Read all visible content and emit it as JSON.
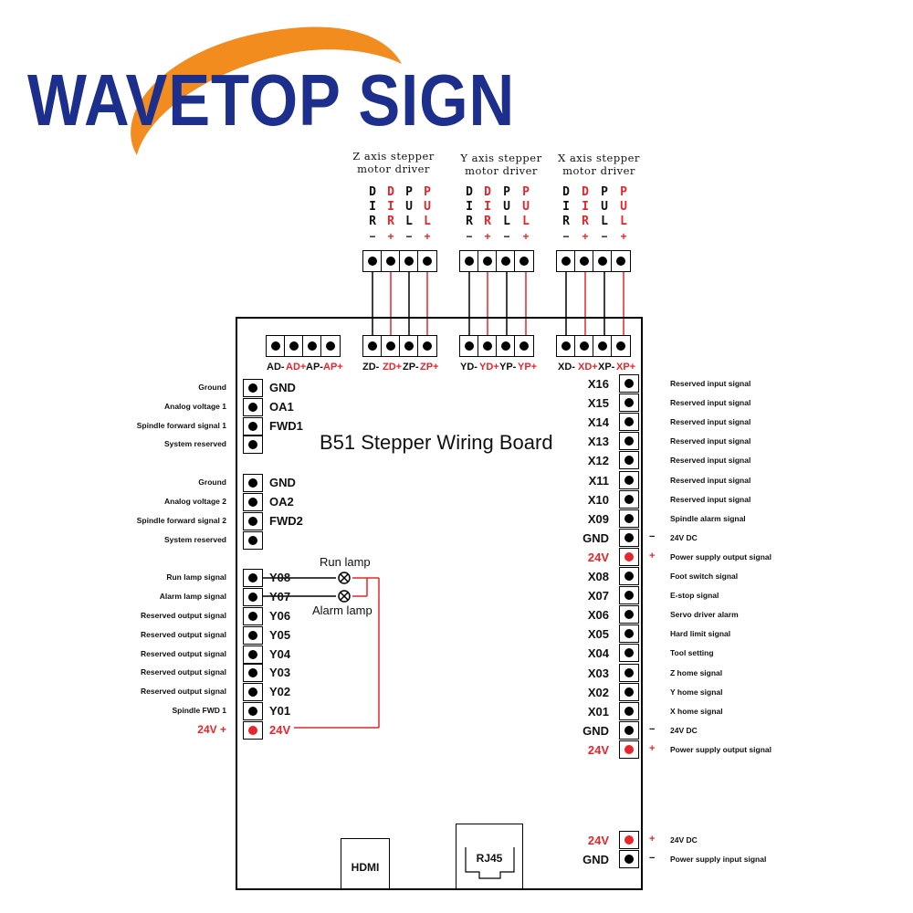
{
  "logo": {
    "text": "WAVETOP SIGN",
    "text_color": "#1d2f8c",
    "swoosh_color": "#f28c1e"
  },
  "board_title": "B51 Stepper Wiring Board",
  "colors": {
    "red": "#e8252b",
    "black": "#111111"
  },
  "drivers": [
    {
      "label_line1": "Z axis stepper",
      "label_line2": "motor driver",
      "letters": [
        [
          "D",
          "I",
          "R",
          "−"
        ],
        [
          "D",
          "I",
          "R",
          "+"
        ],
        [
          "P",
          "U",
          "L",
          "−"
        ],
        [
          "P",
          "U",
          "L",
          "+"
        ]
      ],
      "terminals": [
        "ZD-",
        "ZD+",
        "ZP-",
        "ZP+"
      ]
    },
    {
      "label_line1": "Y axis stepper",
      "label_line2": "motor driver",
      "letters": [
        [
          "D",
          "I",
          "R",
          "−"
        ],
        [
          "D",
          "I",
          "R",
          "+"
        ],
        [
          "P",
          "U",
          "L",
          "−"
        ],
        [
          "P",
          "U",
          "L",
          "+"
        ]
      ],
      "terminals": [
        "YD-",
        "YD+",
        "YP-",
        "YP+"
      ]
    },
    {
      "label_line1": "X axis stepper",
      "label_line2": "motor driver",
      "letters": [
        [
          "D",
          "I",
          "R",
          "−"
        ],
        [
          "D",
          "I",
          "R",
          "+"
        ],
        [
          "P",
          "U",
          "L",
          "−"
        ],
        [
          "P",
          "U",
          "L",
          "+"
        ]
      ],
      "terminals": [
        "XD-",
        "XD+",
        "XP-",
        "XP+"
      ]
    }
  ],
  "analog_terminals": [
    "AD-",
    "AD+",
    "AP-",
    "AP+"
  ],
  "left_pins": [
    {
      "pin": "GND",
      "desc": "Ground"
    },
    {
      "pin": "OA1",
      "desc": "Analog voltage 1"
    },
    {
      "pin": "FWD1",
      "desc": "Spindle forward signal 1"
    },
    {
      "pin": "",
      "desc": "System reserved"
    },
    {
      "pin": "GND",
      "desc": "Ground"
    },
    {
      "pin": "OA2",
      "desc": "Analog voltage 2"
    },
    {
      "pin": "FWD2",
      "desc": "Spindle forward signal 2"
    },
    {
      "pin": "",
      "desc": "System reserved"
    },
    {
      "pin": "Y08",
      "desc": "Run lamp signal"
    },
    {
      "pin": "Y07",
      "desc": "Alarm lamp signal"
    },
    {
      "pin": "Y06",
      "desc": "Reserved output signal"
    },
    {
      "pin": "Y05",
      "desc": "Reserved output signal"
    },
    {
      "pin": "Y04",
      "desc": "Reserved output signal"
    },
    {
      "pin": "Y03",
      "desc": "Reserved output signal"
    },
    {
      "pin": "Y02",
      "desc": "Reserved output signal"
    },
    {
      "pin": "Y01",
      "desc": "Spindle FWD 1"
    },
    {
      "pin": "24V",
      "desc": "24V +"
    }
  ],
  "lamps": {
    "run": "Run lamp",
    "alarm": "Alarm lamp"
  },
  "right_pins": [
    {
      "pin": "X16",
      "desc": "Reserved input signal",
      "sign": ""
    },
    {
      "pin": "X15",
      "desc": "Reserved input signal",
      "sign": ""
    },
    {
      "pin": "X14",
      "desc": "Reserved input signal",
      "sign": ""
    },
    {
      "pin": "X13",
      "desc": "Reserved input signal",
      "sign": ""
    },
    {
      "pin": "X12",
      "desc": "Reserved input signal",
      "sign": ""
    },
    {
      "pin": "X11",
      "desc": "Reserved input signal",
      "sign": ""
    },
    {
      "pin": "X10",
      "desc": "Reserved input signal",
      "sign": ""
    },
    {
      "pin": "X09",
      "desc": "Spindle alarm signal",
      "sign": ""
    },
    {
      "pin": "GND",
      "desc": "24V DC",
      "sign": "−"
    },
    {
      "pin": "24V",
      "desc": "Power supply output signal",
      "sign": "+"
    },
    {
      "pin": "X08",
      "desc": "Foot switch signal",
      "sign": ""
    },
    {
      "pin": "X07",
      "desc": "E-stop signal",
      "sign": ""
    },
    {
      "pin": "X06",
      "desc": "Servo driver alarm",
      "sign": ""
    },
    {
      "pin": "X05",
      "desc": "Hard limit signal",
      "sign": ""
    },
    {
      "pin": "X04",
      "desc": "Tool setting",
      "sign": ""
    },
    {
      "pin": "X03",
      "desc": "Z home signal",
      "sign": ""
    },
    {
      "pin": "X02",
      "desc": "Y home signal",
      "sign": ""
    },
    {
      "pin": "X01",
      "desc": "X home signal",
      "sign": ""
    },
    {
      "pin": "GND",
      "desc": "24V DC",
      "sign": "−"
    },
    {
      "pin": "24V",
      "desc": "Power supply output signal",
      "sign": "+"
    }
  ],
  "power_pins": [
    {
      "pin": "24V",
      "desc": "24V DC",
      "sign": "+"
    },
    {
      "pin": "GND",
      "desc": "Power supply input signal",
      "sign": "−"
    }
  ],
  "ports": {
    "hdmi": "HDMI",
    "rj45": "RJ45"
  }
}
